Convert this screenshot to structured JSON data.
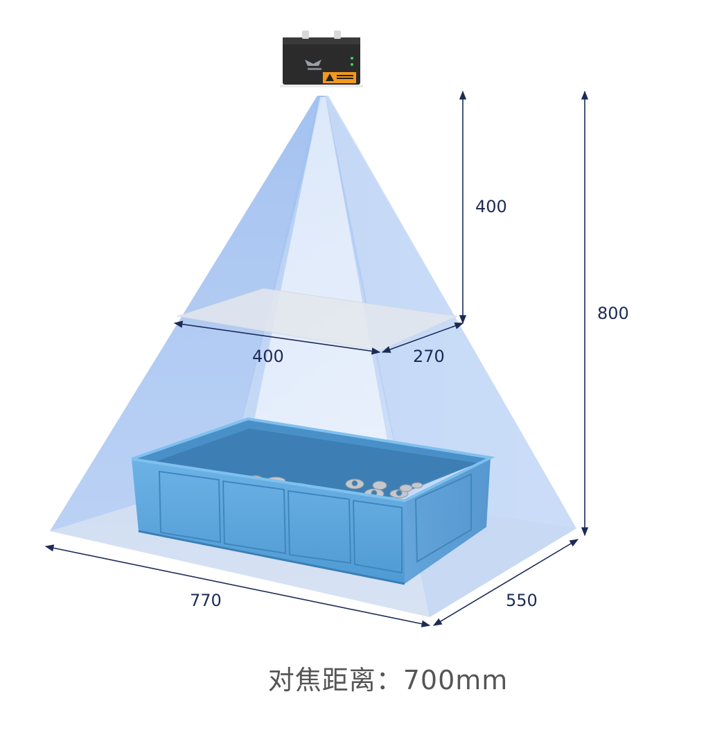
{
  "dimensions": {
    "near_height": "400",
    "total_height": "800",
    "near_width": "400",
    "near_depth": "270",
    "far_width": "770",
    "far_depth": "550"
  },
  "caption": {
    "label": "对焦距离：",
    "value": "700mm"
  },
  "colors": {
    "beam": "#a9c6f2",
    "bin": "#5aa6de",
    "bin_dark": "#3f86bd",
    "camera": "#2a2a2a",
    "dimension_line": "#1c2a55",
    "caption_text": "#555555"
  },
  "icons": {
    "camera": "3d-camera-icon",
    "bin": "parts-bin-icon"
  }
}
